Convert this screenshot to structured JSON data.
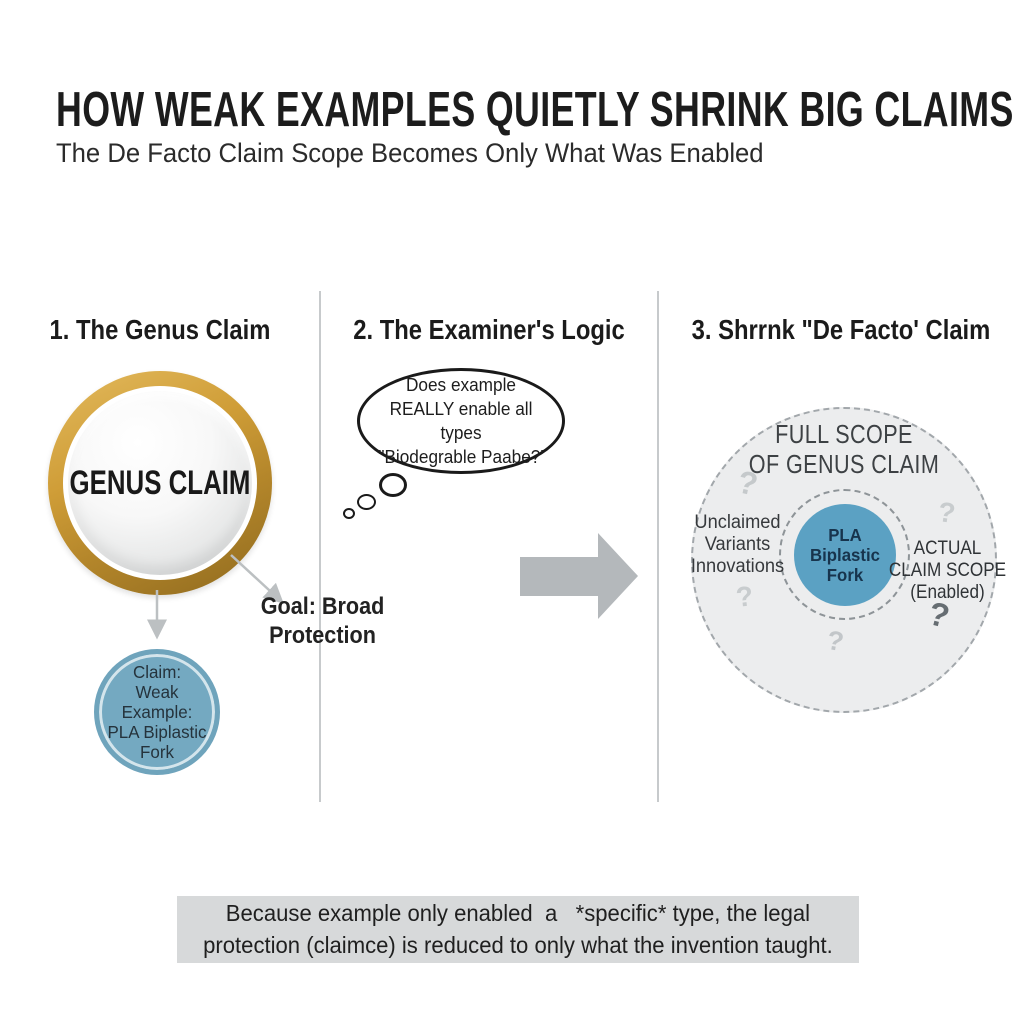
{
  "title": "HOW WEAK EXAMPLES QUIETLY SHRINK BIG CLAIMS",
  "subtitle": "The De Facto Claim Scope Becomes Only What Was Enabled",
  "panels": [
    {
      "header": "1. The Genus Claim",
      "genus_circle_label": "GENUS CLAIM",
      "goal_label": "Goal: Broad\nProtection",
      "species_circle_label": "Claim:\nWeak Example:\nPLA Biplastic\nFork"
    },
    {
      "header": "2. The Examiner's Logic",
      "thought_bubble": "Does example\nREALLY enable all types\n\"Biodegrable Paabe?'"
    },
    {
      "header": "3. Shrrnk \"De Facto' Claim",
      "outer_label": "FULL SCOPE\nOF GENUS CLAIM",
      "left_label": "Unclaimed\nVariants\nInnovations",
      "center_label": "PLA Biplastic\nFork",
      "right_label": "ACTUAL\nCLAIM SCOPE\n(Enabled)",
      "question_marks": [
        "?",
        "?",
        "?",
        "?",
        "?"
      ]
    }
  ],
  "caption": "Because example only enabled  a   *specific* type, the legal\nprotection (claimce) is reduced to only what the invention taught.",
  "colors": {
    "gold_ring": "#c3922d",
    "species_blue": "#74a9c1",
    "actual_scope_blue": "#5ba1c3",
    "scope_fill_gray": "#ecedee",
    "arrow_gray": "#b4b8bb",
    "connector_gray": "#bcc0c2",
    "caption_bg": "#d7d9da"
  }
}
